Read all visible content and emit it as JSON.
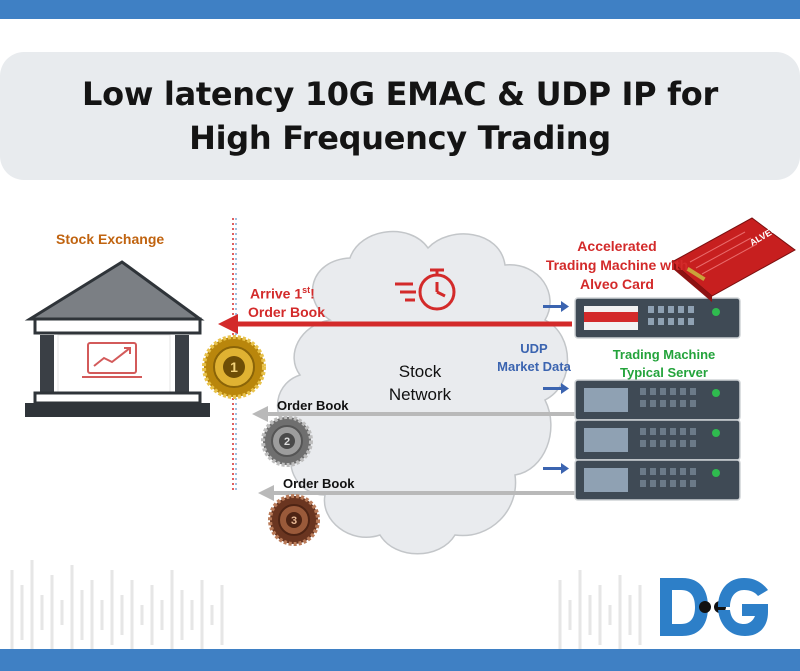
{
  "title": {
    "line1": "Low latency 10G EMAC & UDP IP for",
    "line2": "High Frequency Trading"
  },
  "labels": {
    "stock_exchange": "Stock Exchange",
    "accelerated_machine": [
      "Accelerated",
      "Trading Machine with",
      "Alveo Card"
    ],
    "arrive_first": "Arrive 1",
    "arrive_first_sup": "st",
    "arrive_first_suffix": "!",
    "order_book_1": "Order Book",
    "order_book_2": "Order Book",
    "order_book_3": "Order Book",
    "stock_network": [
      "Stock",
      "Network"
    ],
    "udp_market_data": [
      "UDP",
      "Market Data"
    ],
    "trading_machine_typical": [
      "Trading Machine",
      "Typical Server"
    ],
    "medal_1": "1",
    "medal_2": "2",
    "medal_3": "3",
    "alveo_card_text": "ALVEO"
  },
  "logo": {
    "text": "DG"
  },
  "colors": {
    "bar_blue": "#3f80c4",
    "stock_exchange_orange": "#c0630f",
    "accent_red": "#d32a2a",
    "trading_green": "#23a33b",
    "udp_blue": "#3b64b0",
    "arrow_gray": "#b9b9b9",
    "server_gray": "#3f4a55",
    "server_led": "#2fbb4f",
    "gold": "#d9a51e",
    "silver": "#8e8e8e",
    "bronze": "#8b4a2c",
    "logo_blue": "#2d7fc8"
  },
  "icons": [
    "bank-building-icon",
    "chart-monitor-icon",
    "stopwatch-icon",
    "gold-medal-icon",
    "silver-medal-icon",
    "bronze-medal-icon",
    "server-rack-icon",
    "alveo-card-icon",
    "sound-wave-icon"
  ]
}
